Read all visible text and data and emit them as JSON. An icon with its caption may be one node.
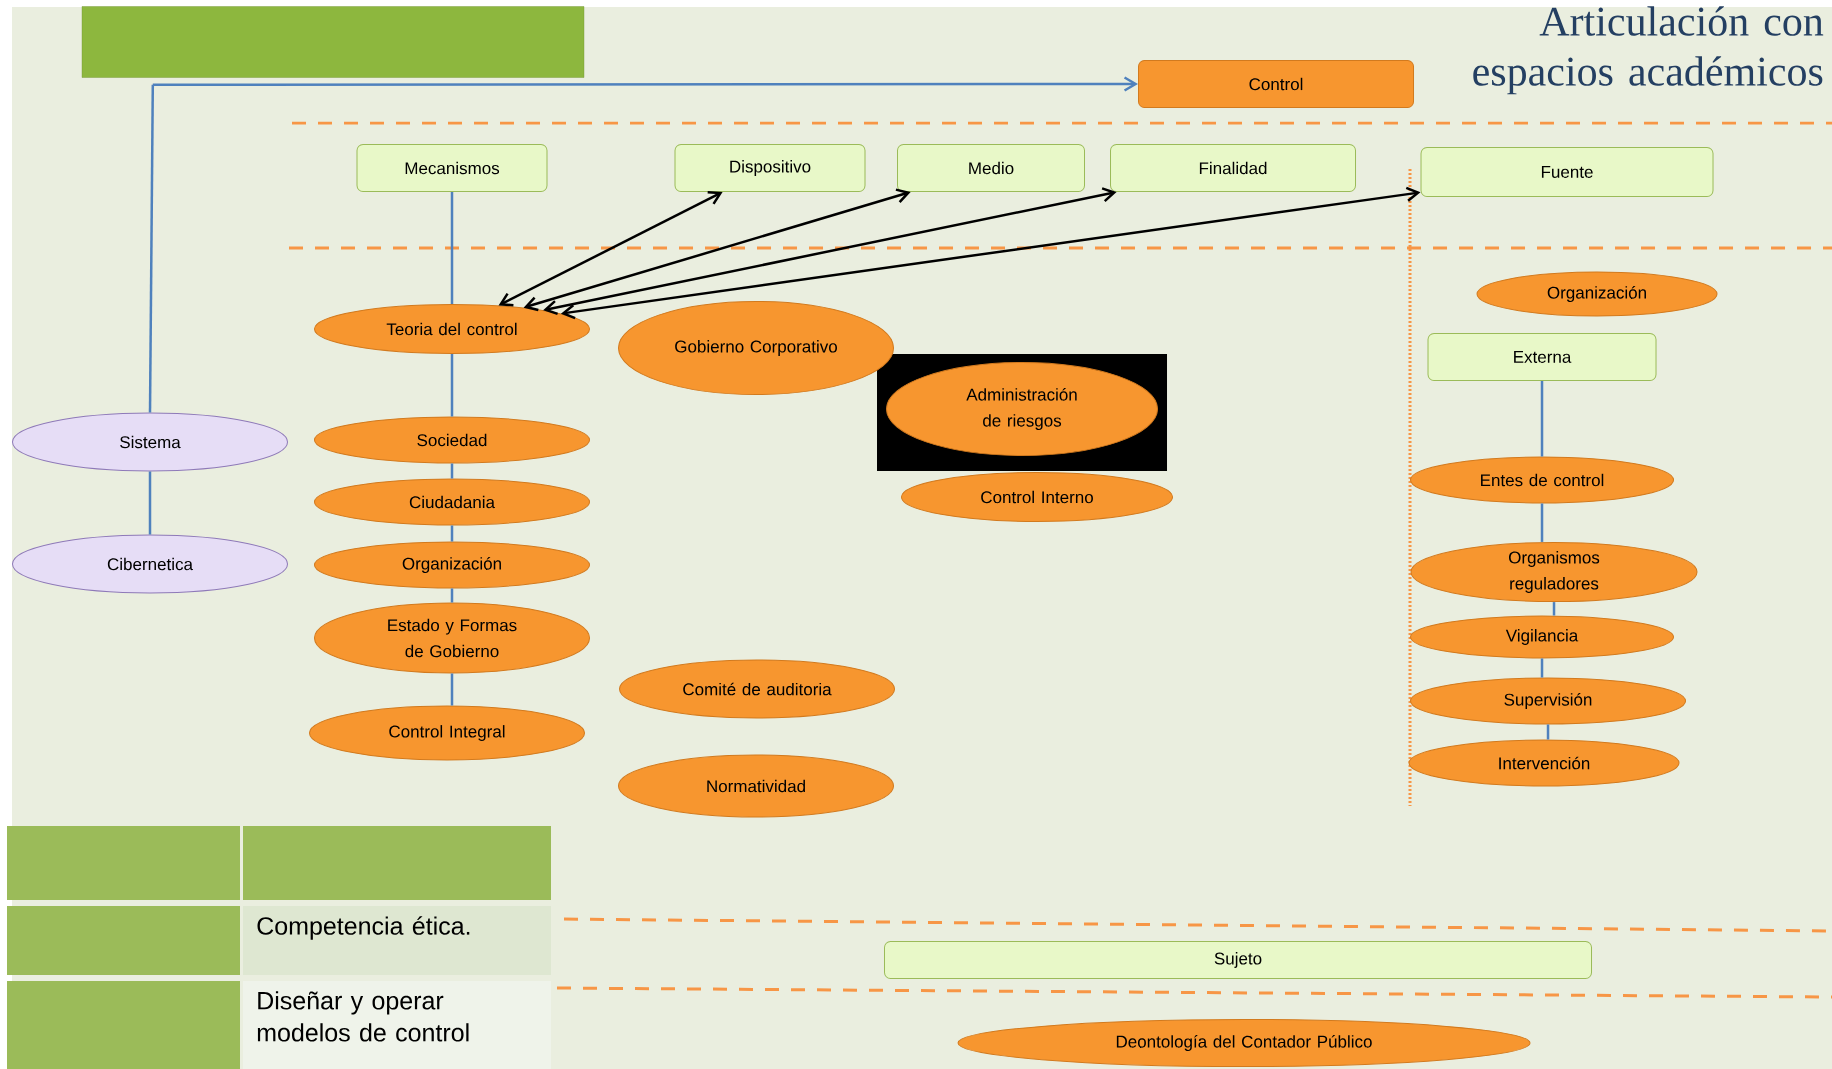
{
  "diagram": {
    "title": "Articulación con espacios académicos",
    "nodes": [
      {
        "text": [],
        "shape": "bar"
      },
      {
        "text": [
          "Control"
        ]
      },
      {
        "text": [
          "Mecanismos"
        ]
      },
      {
        "text": [
          "Dispositivo"
        ]
      },
      {
        "text": [
          "Medio"
        ]
      },
      {
        "text": [
          "Finalidad"
        ]
      },
      {
        "text": [
          "Fuente"
        ]
      },
      {
        "text": [
          "Organización"
        ]
      },
      {
        "text": [
          "Teoria del control"
        ]
      },
      {
        "text": [
          "Gobierno Corporativo"
        ]
      },
      {
        "text": [
          "Externa"
        ]
      },
      {
        "text": [
          "Administración de riesgos"
        ]
      },
      {
        "text": [
          "Sistema"
        ]
      },
      {
        "text": [
          "Sociedad"
        ]
      },
      {
        "text": [
          "Control Interno"
        ]
      },
      {
        "text": [
          "Entes de control"
        ]
      },
      {
        "text": [
          "Ciudadania"
        ]
      },
      {
        "text": [
          "Cibernetica"
        ]
      },
      {
        "text": [
          "Organización"
        ]
      },
      {
        "text": [
          "Organismos reguladores"
        ]
      },
      {
        "text": [
          "Estado y Formas de Gobierno"
        ]
      },
      {
        "text": [
          "Vigilancia"
        ]
      },
      {
        "text": [
          "Comité de auditoria"
        ]
      },
      {
        "text": [
          "Supervisión"
        ]
      },
      {
        "text": [
          "Control Integral"
        ]
      },
      {
        "text": [
          "Intervención"
        ]
      },
      {
        "text": [
          "Normatividad"
        ]
      },
      {
        "text": [
          "Sujeto"
        ]
      },
      {
        "text": [
          "Deontología del Contador Público"
        ]
      }
    ],
    "edges": [
      {
        "from": 0,
        "to": 1,
        "arrow": "to"
      },
      {
        "from": 0,
        "to": 12,
        "arrow": "none"
      },
      {
        "from": 12,
        "to": 17,
        "arrow": "none"
      },
      {
        "from": 2,
        "to": 8,
        "arrow": "none"
      },
      {
        "from": 8,
        "to": 13,
        "arrow": "none"
      },
      {
        "from": 13,
        "to": 16,
        "arrow": "none"
      },
      {
        "from": 16,
        "to": 18,
        "arrow": "none"
      },
      {
        "from": 18,
        "to": 20,
        "arrow": "none"
      },
      {
        "from": 20,
        "to": 24,
        "arrow": "none"
      },
      {
        "from": 8,
        "to": 3,
        "arrow": "both",
        "color": "#000000"
      },
      {
        "from": 8,
        "to": 4,
        "arrow": "both",
        "color": "#000000"
      },
      {
        "from": 8,
        "to": 5,
        "arrow": "both",
        "color": "#000000"
      },
      {
        "from": 8,
        "to": 6,
        "arrow": "both",
        "color": "#000000"
      },
      {
        "from": 10,
        "to": 15,
        "arrow": "none"
      },
      {
        "from": 15,
        "to": 19,
        "arrow": "none"
      },
      {
        "from": 19,
        "to": 21,
        "arrow": "none"
      },
      {
        "from": 21,
        "to": 23,
        "arrow": "none"
      },
      {
        "from": 23,
        "to": 25,
        "arrow": "none"
      }
    ],
    "labels": [
      "Competencia ética.",
      "Diseñar y operar modelos de control"
    ]
  }
}
